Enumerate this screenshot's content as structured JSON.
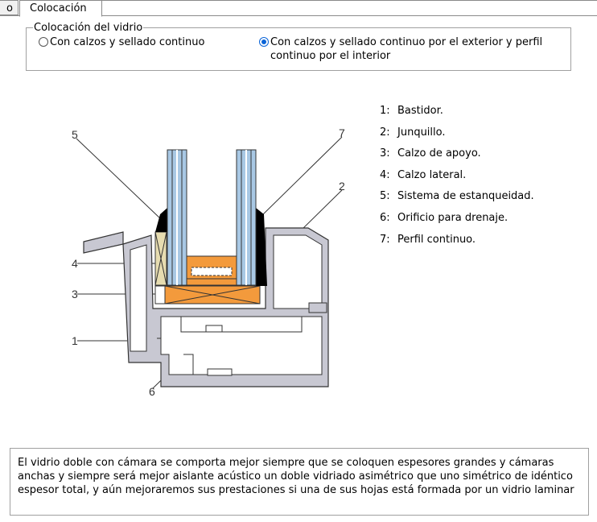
{
  "tabs": {
    "previous_label": "o",
    "active_label": "Colocación"
  },
  "glazing_placement": {
    "legend": "Colocación del vidrio",
    "options": [
      {
        "label": "Con calzos y sellado continuo",
        "selected": false
      },
      {
        "label": "Con calzos y sellado continuo por el exterior y perfil continuo por el interior",
        "selected": true
      }
    ]
  },
  "diagram": {
    "callouts": [
      "1",
      "2",
      "3",
      "4",
      "5",
      "6",
      "7"
    ],
    "colors": {
      "frame": "#c8c8d2",
      "glass": "#a8c8e4",
      "setting_block": "#f39a3c",
      "lateral_block": "#e6dcb0",
      "seal": "#000000"
    }
  },
  "legend_items": [
    {
      "num": "1:",
      "text": "Bastidor."
    },
    {
      "num": "2:",
      "text": "Junquillo."
    },
    {
      "num": "3:",
      "text": "Calzo de apoyo."
    },
    {
      "num": "4:",
      "text": "Calzo lateral."
    },
    {
      "num": "5:",
      "text": "Sistema de estanqueidad."
    },
    {
      "num": "6:",
      "text": "Orificio para drenaje."
    },
    {
      "num": "7:",
      "text": "Perfil continuo."
    }
  ],
  "description": "El vidrio doble con cámara se comporta mejor siempre que se coloquen espesores grandes y cámaras anchas y siempre será mejor aislante acústico un doble vidriado asimétrico que uno simétrico de idéntico espesor total, y aún mejoraremos sus prestaciones si una de sus hojas está formada por un vidrio laminar"
}
